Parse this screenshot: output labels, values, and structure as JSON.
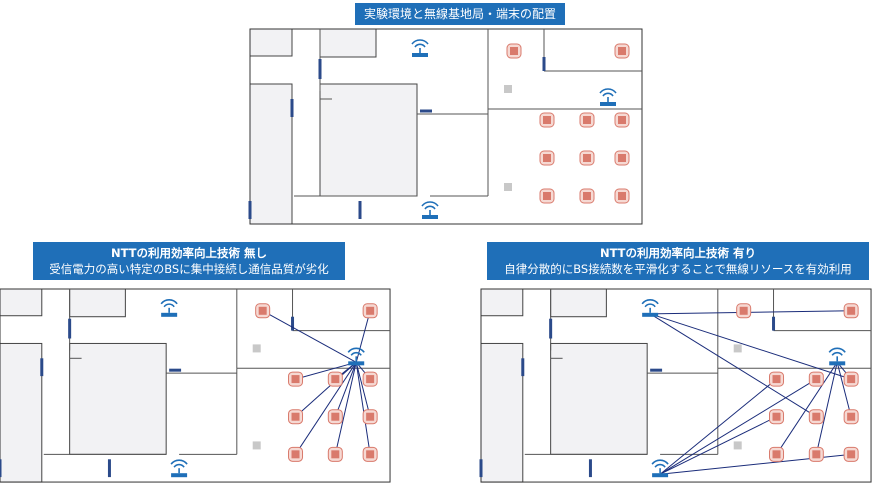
{
  "top_title": "実験環境と無線基地局・端末の配置",
  "left_title": {
    "line1": "NTTの利用効率向上技術 無し",
    "line2": "受信電力の高い特定のBSに集中接続し通信品質が劣化"
  },
  "right_title": {
    "line1": "NTTの利用効率向上技術 有り",
    "line2": "自律分散的にBS接続数を平滑化することで無線リソースを有効利用"
  },
  "colors": {
    "banner": "#1f6fb8",
    "link": "#1a2c7a",
    "terminal": "#d97a6c",
    "base_station": "#1f6fb8",
    "wall": "#555555",
    "room_fill": "#f2f2f4"
  },
  "icons": {
    "base_station": "wifi-router-icon",
    "terminal": "terminal-icon"
  }
}
